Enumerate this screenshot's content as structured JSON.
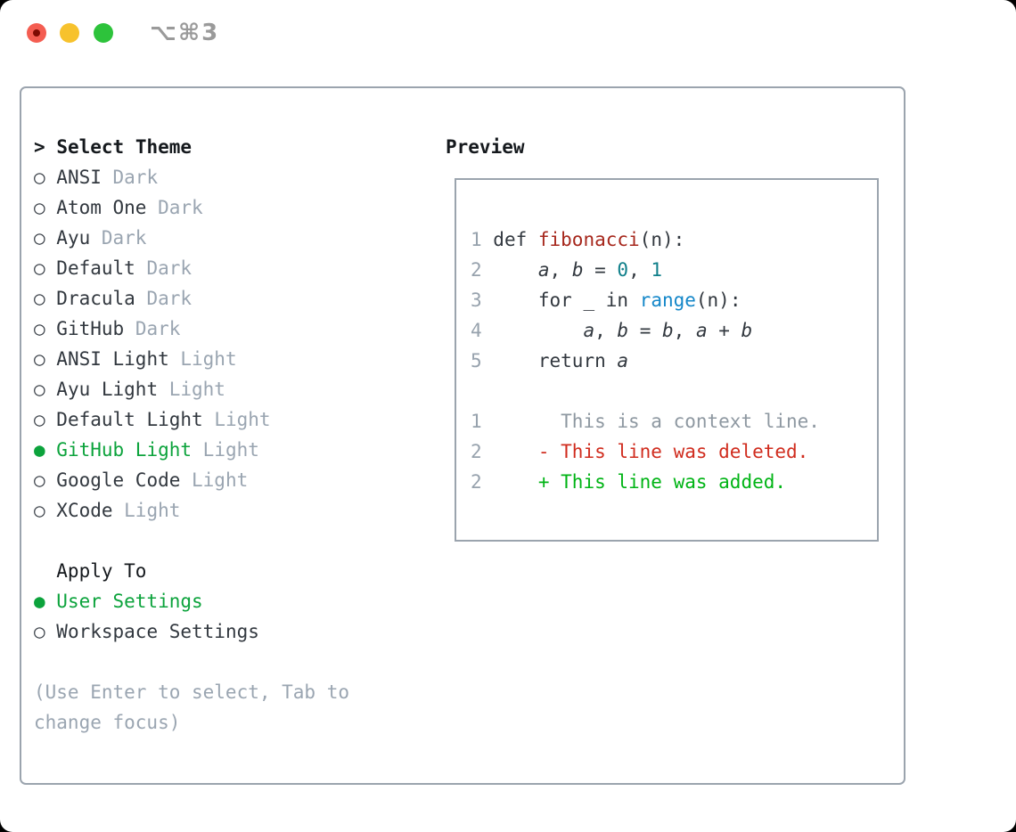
{
  "window": {
    "title": "⌥⌘3",
    "traffic_lights": [
      "close",
      "minimize",
      "zoom"
    ]
  },
  "colors": {
    "selected_green": "#0ca33c",
    "added_green": "#00b415",
    "deleted_red": "#d02c1e",
    "function_red": "#a6271c",
    "number_teal": "#0f7f8a",
    "call_blue": "#1487c9",
    "secondary_gray": "#9aa5b1",
    "panel_border": "#9ba4ae",
    "traffic_red": "#f45d51",
    "traffic_yellow": "#f7c22d",
    "traffic_green": "#2dc33b"
  },
  "markers": {
    "unselected": "○",
    "selected": "●",
    "cursor": ">"
  },
  "theme_menu": {
    "title": "Select Theme",
    "items": [
      {
        "name": "ANSI",
        "variant": "Dark",
        "selected": false
      },
      {
        "name": "Atom One",
        "variant": "Dark",
        "selected": false
      },
      {
        "name": "Ayu",
        "variant": "Dark",
        "selected": false
      },
      {
        "name": "Default",
        "variant": "Dark",
        "selected": false
      },
      {
        "name": "Dracula",
        "variant": "Dark",
        "selected": false
      },
      {
        "name": "GitHub",
        "variant": "Dark",
        "selected": false
      },
      {
        "name": "ANSI Light",
        "variant": "Light",
        "selected": false
      },
      {
        "name": "Ayu Light",
        "variant": "Light",
        "selected": false
      },
      {
        "name": "Default Light",
        "variant": "Light",
        "selected": false
      },
      {
        "name": "GitHub Light",
        "variant": "Light",
        "selected": true
      },
      {
        "name": "Google Code",
        "variant": "Light",
        "selected": false
      },
      {
        "name": "XCode",
        "variant": "Light",
        "selected": false
      }
    ]
  },
  "apply_to": {
    "title": "Apply To",
    "options": [
      {
        "label": "User Settings",
        "selected": true
      },
      {
        "label": "Workspace Settings",
        "selected": false
      }
    ]
  },
  "hint": "(Use Enter to select, Tab to change focus)",
  "preview": {
    "title": "Preview",
    "code_lines": [
      {
        "num": "1",
        "segments": [
          {
            "t": "def ",
            "c": "k"
          },
          {
            "t": "fibonacci",
            "c": "fn"
          },
          {
            "t": "(n):",
            "c": "k"
          }
        ]
      },
      {
        "num": "2",
        "segments": [
          {
            "t": "    ",
            "c": "k"
          },
          {
            "t": "a",
            "c": "var"
          },
          {
            "t": ", ",
            "c": "k"
          },
          {
            "t": "b",
            "c": "var"
          },
          {
            "t": " = ",
            "c": "k"
          },
          {
            "t": "0",
            "c": "num"
          },
          {
            "t": ", ",
            "c": "k"
          },
          {
            "t": "1",
            "c": "num"
          }
        ]
      },
      {
        "num": "3",
        "segments": [
          {
            "t": "    for _ in ",
            "c": "k"
          },
          {
            "t": "range",
            "c": "call"
          },
          {
            "t": "(n):",
            "c": "k"
          }
        ]
      },
      {
        "num": "4",
        "segments": [
          {
            "t": "        ",
            "c": "k"
          },
          {
            "t": "a",
            "c": "var"
          },
          {
            "t": ", ",
            "c": "k"
          },
          {
            "t": "b",
            "c": "var"
          },
          {
            "t": " = ",
            "c": "k"
          },
          {
            "t": "b",
            "c": "var"
          },
          {
            "t": ", ",
            "c": "k"
          },
          {
            "t": "a",
            "c": "var"
          },
          {
            "t": " + ",
            "c": "k"
          },
          {
            "t": "b",
            "c": "var"
          }
        ]
      },
      {
        "num": "5",
        "segments": [
          {
            "t": "    return ",
            "c": "k"
          },
          {
            "t": "a",
            "c": "var"
          }
        ]
      },
      {
        "num": "",
        "segments": []
      },
      {
        "num": "1",
        "segments": [
          {
            "t": "      This is a context line.",
            "c": "ctx"
          }
        ]
      },
      {
        "num": "2",
        "segments": [
          {
            "t": "    - This line was deleted.",
            "c": "del"
          }
        ]
      },
      {
        "num": "2",
        "segments": [
          {
            "t": "    + This line was added.",
            "c": "add"
          }
        ]
      }
    ]
  }
}
